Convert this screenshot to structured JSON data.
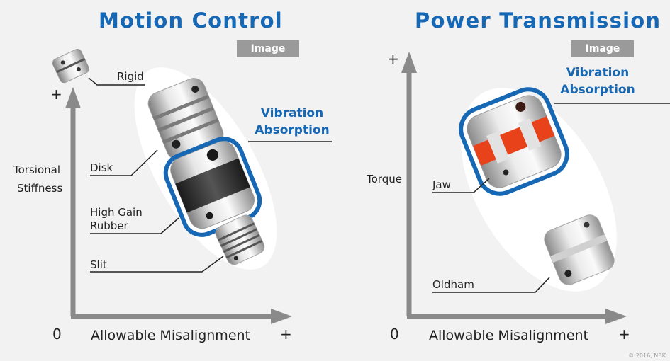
{
  "left": {
    "title": "Motion Control",
    "image_badge": "Image",
    "y_axis_label_line1": "Torsional",
    "y_axis_label_line2": "Stiffness",
    "x_axis_label": "Allowable Misalignment",
    "origin": "0",
    "plus_y": "+",
    "plus_x": "+",
    "labels": {
      "rigid": "Rigid",
      "disk": "Disk",
      "high_gain_1": "High Gain",
      "high_gain_2": "Rubber",
      "slit": "Slit"
    },
    "vibration_1": "Vibration",
    "vibration_2": "Absorption"
  },
  "right": {
    "title": "Power Transmission",
    "image_badge": "Image",
    "y_axis_label": "Torque",
    "x_axis_label": "Allowable Misalignment",
    "origin": "0",
    "plus_y": "+",
    "plus_x": "+",
    "labels": {
      "jaw": "Jaw",
      "oldham": "Oldham"
    },
    "vibration_1": "Vibration",
    "vibration_2": "Absorption"
  },
  "credit": "© 2016, NBK",
  "colors": {
    "accent": "#1667b4",
    "axis": "#8a8a8a",
    "badge": "#9a9a9a",
    "jaw_spider": "#e8421a"
  }
}
